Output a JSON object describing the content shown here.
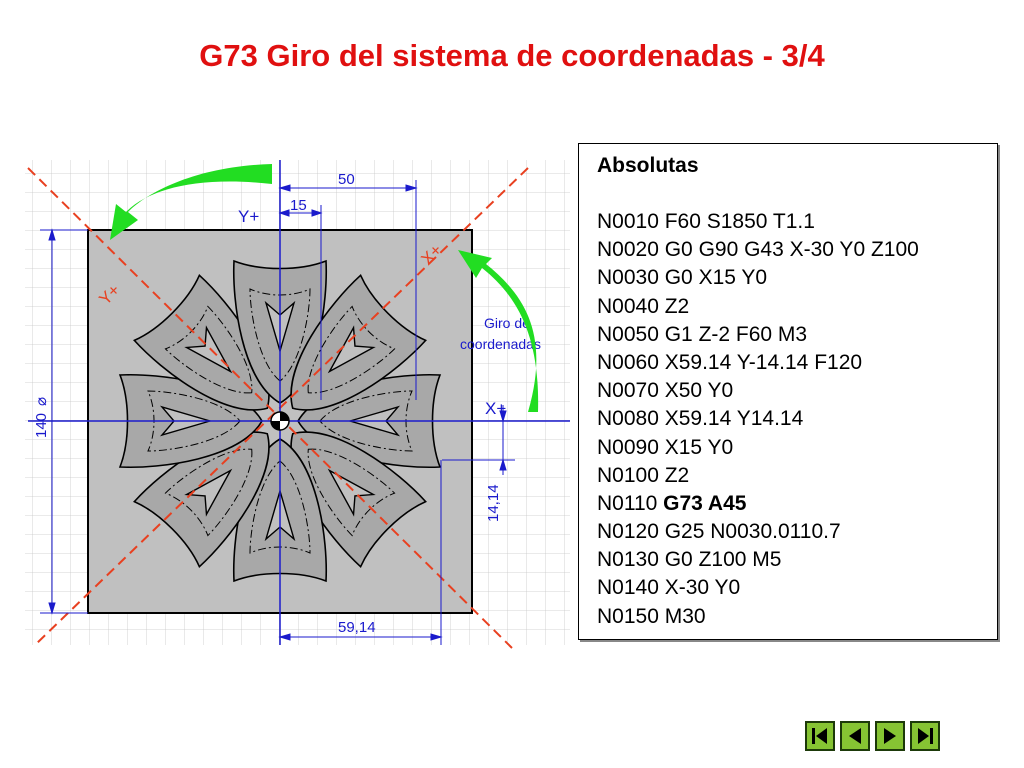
{
  "title": "G73 Giro del sistema de coordenadas - 3/4",
  "drawing": {
    "dim_top_50": "50",
    "dim_top_15": "15",
    "dim_bottom_59": "59,14",
    "dim_left_140": "140",
    "dim_right_14": "14,14",
    "axis_y_plus": "Y+",
    "axis_x_plus": "X+",
    "rot_x_plus": "X+",
    "rot_y_plus": "Y+",
    "rotation_note_line1": "Giro de",
    "rotation_note_line2": "coordenadas",
    "colors": {
      "arrow": "#22dd22",
      "diagonal": "#e84020",
      "dimension": "#1a1acc",
      "part": "#c0c0c0"
    }
  },
  "code": {
    "heading": "Absolutas",
    "lines": [
      {
        "text": "N0010 F60 S1850 T1.1"
      },
      {
        "text": "N0020 G0 G90 G43 X-30 Y0 Z100"
      },
      {
        "text": "N0030 G0 X15 Y0"
      },
      {
        "text": "N0040 Z2"
      },
      {
        "text": "N0050 G1 Z-2 F60 M3"
      },
      {
        "text": "N0060 X59.14 Y-14.14 F120"
      },
      {
        "text": "N0070 X50 Y0"
      },
      {
        "text": "N0080 X59.14 Y14.14"
      },
      {
        "text": "N0090 X15 Y0"
      },
      {
        "text": "N0100 Z2"
      },
      {
        "text": "N0110 ",
        "bold": "G73 A45"
      },
      {
        "text": "N0120 G25 N0030.0110.7"
      },
      {
        "text": "N0130 G0 Z100 M5"
      },
      {
        "text": "N0140 X-30 Y0"
      },
      {
        "text": "N0150 M30"
      }
    ]
  },
  "nav": {
    "first": "first-icon",
    "prev": "previous-icon",
    "next": "next-icon",
    "last": "last-icon"
  }
}
